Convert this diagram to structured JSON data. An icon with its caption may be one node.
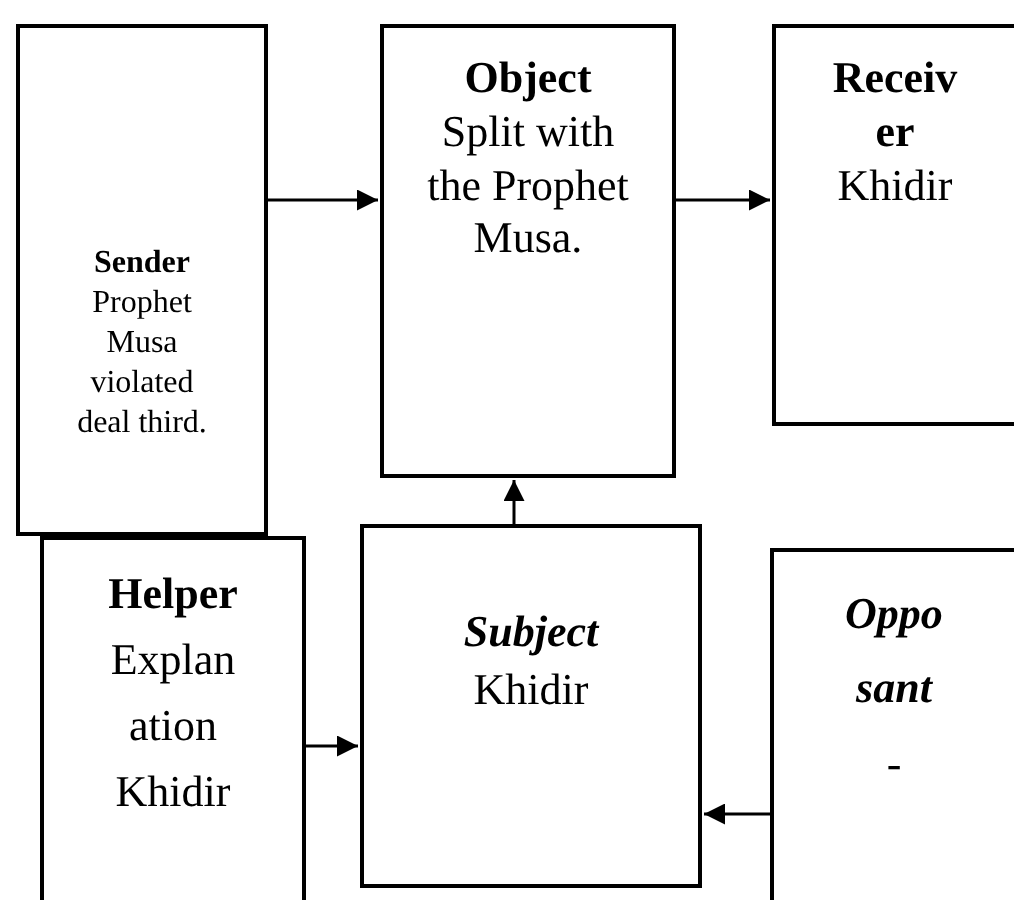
{
  "diagram": {
    "nodes": [
      {
        "text": [
          "Sender",
          "Prophet Musa violated deal third."
        ]
      },
      {
        "text": [
          "Object",
          "Split with the Prophet Musa."
        ]
      },
      {
        "text": [
          "Receiver",
          "Khidir"
        ]
      },
      {
        "text": [
          "Opposant",
          "-"
        ]
      },
      {
        "text": [
          "Helper",
          "Explanation Khidir"
        ]
      },
      {
        "text": [
          "Subject",
          "Khidir"
        ]
      }
    ],
    "edges": [
      {
        "from": 0,
        "to": 1,
        "arrow": "to"
      },
      {
        "from": 1,
        "to": 2,
        "arrow": "to"
      },
      {
        "from": 5,
        "to": 1,
        "arrow": "to"
      },
      {
        "from": 4,
        "to": 5,
        "arrow": "to"
      },
      {
        "from": 3,
        "to": 5,
        "arrow": "to"
      }
    ]
  }
}
